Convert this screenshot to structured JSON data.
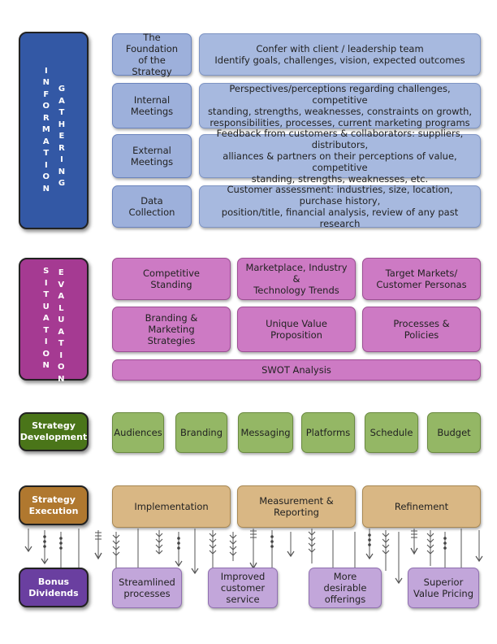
{
  "info": {
    "side_word1": "INFORMATION",
    "side_word2": "GATHERING",
    "rows": [
      {
        "label": "The Foundation\nof the Strategy",
        "desc": "Confer with client / leadership team\nIdentify goals, challenges, vision, expected outcomes"
      },
      {
        "label": "Internal\nMeetings",
        "desc": "Perspectives/perceptions regarding challenges, competitive\nstanding, strengths, weaknesses, constraints on growth,\nresponsibilities, processes, current marketing programs"
      },
      {
        "label": "External\nMeetings",
        "desc": "Feedback from customers & collaborators: suppliers, distributors,\nalliances & partners on their perceptions of value, competitive\nstanding, strengths, weaknesses, etc."
      },
      {
        "label": "Data\nCollection",
        "desc": "Customer assessment: industries, size, location, purchase history,\nposition/title, financial analysis, review of any past research"
      }
    ]
  },
  "situation": {
    "side_word1": "SITUATION",
    "side_word2": "EVALUATION",
    "items": [
      "Competitive\nStanding",
      "Marketplace, Industry &\nTechnology Trends",
      "Target Markets/\nCustomer Personas",
      "Branding &\nMarketing\nStrategies",
      "Unique Value\nProposition",
      "Processes &\nPolicies"
    ],
    "swot": "SWOT Analysis"
  },
  "development": {
    "side": "Strategy\nDevelopment",
    "items": [
      "Audiences",
      "Branding",
      "Messaging",
      "Platforms",
      "Schedule",
      "Budget"
    ]
  },
  "execution": {
    "side": "Strategy\nExecution",
    "items": [
      "Implementation",
      "Measurement &\nReporting",
      "Refinement"
    ]
  },
  "dividends": {
    "side": "Bonus\nDividends",
    "items": [
      "Streamlined\nprocesses",
      "Improved\ncustomer\nservice",
      "More desirable\nofferings",
      "Superior\nValue Pricing"
    ]
  },
  "colors": {
    "info_side": "#3358a5",
    "situation_side": "#a53a92",
    "development_side": "#4a7519",
    "execution_side": "#b0782f",
    "dividends_side": "#6a3fa0"
  }
}
